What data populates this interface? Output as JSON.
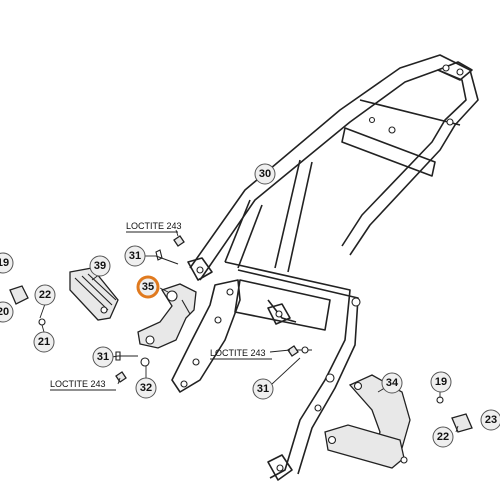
{
  "callouts": [
    {
      "id": "30",
      "label": "30",
      "highlight": false
    },
    {
      "id": "31a",
      "label": "31",
      "highlight": false
    },
    {
      "id": "39",
      "label": "39",
      "highlight": false
    },
    {
      "id": "35",
      "label": "35",
      "highlight": true
    },
    {
      "id": "22a",
      "label": "22",
      "highlight": false
    },
    {
      "id": "21",
      "label": "21",
      "highlight": false
    },
    {
      "id": "31b",
      "label": "31",
      "highlight": false
    },
    {
      "id": "32",
      "label": "32",
      "highlight": false
    },
    {
      "id": "31c",
      "label": "31",
      "highlight": false
    },
    {
      "id": "34",
      "label": "34",
      "highlight": false
    },
    {
      "id": "19a",
      "label": "19",
      "highlight": false
    },
    {
      "id": "22b",
      "label": "22",
      "highlight": false
    },
    {
      "id": "23",
      "label": "23",
      "highlight": false
    },
    {
      "id": "19b",
      "label": "19",
      "highlight": false
    },
    {
      "id": "20",
      "label": "20",
      "highlight": false
    }
  ],
  "notes": [
    {
      "id": "loctite-1",
      "text": "LOCTITE 243"
    },
    {
      "id": "loctite-2",
      "text": "LOCTITE 243"
    },
    {
      "id": "loctite-3",
      "text": "LOCTITE 243"
    }
  ],
  "colors": {
    "highlight": "#e07a1f",
    "line": "#222222"
  }
}
